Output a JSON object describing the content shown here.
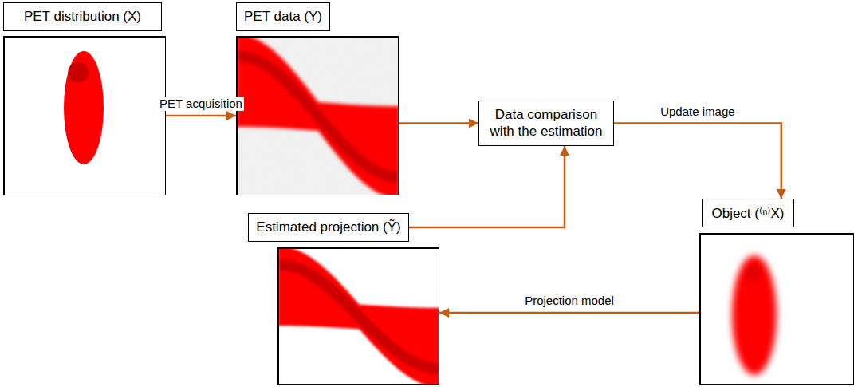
{
  "diagram": {
    "nodes": [
      {
        "text": [
          "PET distribution (X)"
        ]
      },
      {
        "text": [
          "PET data (Y)"
        ]
      },
      {
        "text": [
          "Data comparison with the estimation"
        ]
      },
      {
        "text": [
          "Estimated projection (Ỹ)"
        ]
      },
      {
        "text": [
          "Object (⁽ⁿ⁾X)"
        ]
      }
    ],
    "edges": [
      {
        "from": 0,
        "to": 1,
        "arrow": "to",
        "label": "PET acquisition"
      },
      {
        "from": 1,
        "to": 2,
        "arrow": "to"
      },
      {
        "from": 3,
        "to": 2,
        "arrow": "to"
      },
      {
        "from": 2,
        "to": 4,
        "arrow": "to",
        "label": "Update image"
      },
      {
        "from": 4,
        "to": 3,
        "arrow": "to",
        "label": "Projection model"
      }
    ]
  }
}
